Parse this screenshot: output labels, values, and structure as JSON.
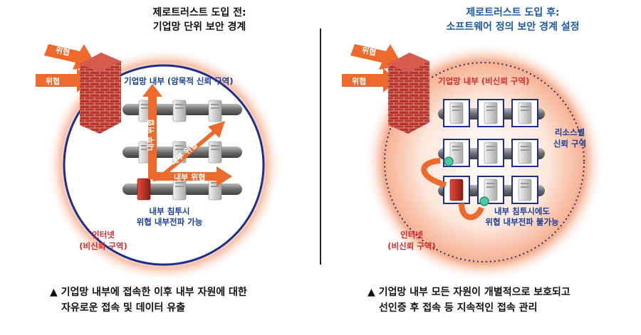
{
  "left": {
    "title_line1": "제로트러스트 도입 전:",
    "title_line2": "기업망 단위 보안 경계",
    "threat_label_1": "위협",
    "threat_label_2": "위협",
    "inner_label": "기업망 내부 (암묵적 신뢰 구역)",
    "arrow_label_vertical": "내부 위협",
    "arrow_label_diagonal": "내부 위협",
    "arrow_label_horizontal": "내부 위협",
    "breach_line1": "내부 침투시",
    "breach_line2": "위협 내부전파 가능",
    "outer_line1": "인터넷",
    "outer_line2": "(비신뢰 구역)",
    "caption_line1": "▲ 기업망 내부에 접속한 이후 내부 자원에 대한",
    "caption_line2": "자유로운 접속 및 데이터 유출"
  },
  "right": {
    "title_line1": "제로트러스트 도입 후:",
    "title_line2": "소프트웨어 정의 보안 경계 설정",
    "threat_label_1": "위협",
    "threat_label_2": "위협",
    "inner_label": "기업망 내부 (비신뢰 구역)",
    "zone_line1": "리소스별",
    "zone_line2": "신뢰 구역",
    "breach_line1": "내부 침투시에도",
    "breach_line2": "위협 내부전파 불가능",
    "outer_line1": "인터넷",
    "outer_line2": "(비신뢰 구역)",
    "caption_line1": "▲ 기업망 내부 모든 자원이 개별적으로 보호되고",
    "caption_line2": "선인증 후 접속 등 지속적인 접속 관리"
  },
  "colors": {
    "threat_orange": "#ee6a2c",
    "perimeter_blue": "#1c2f8f",
    "glow": "#f3a27a",
    "brick": "#b52a22",
    "label_red": "#d62b2b",
    "label_blue": "#1a3f99"
  }
}
